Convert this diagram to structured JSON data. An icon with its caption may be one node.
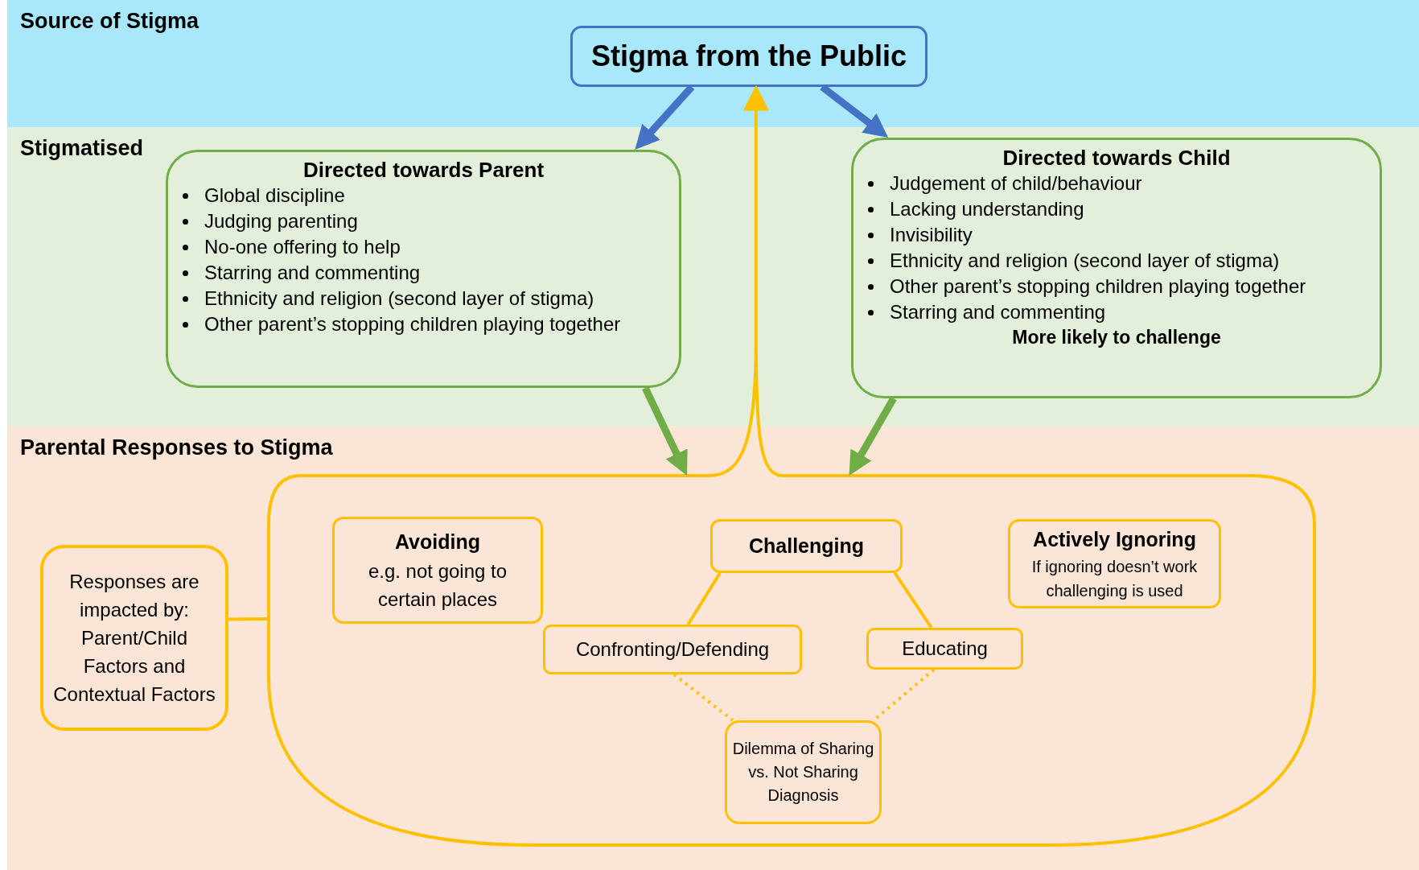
{
  "diagram": {
    "nodes": [
      {
        "text": [
          "Source of Stigma"
        ]
      },
      {
        "text": [
          "Stigmatised"
        ]
      },
      {
        "text": [
          "Parental Responses to Stigma"
        ]
      },
      {
        "text": [
          "Stigma from the Public"
        ],
        "in": 0
      },
      {
        "text": [
          "Directed towards Parent",
          "Global discipline",
          "Judging parenting",
          "No-one offering to help",
          "Starring and commenting",
          "Ethnicity and religion (second layer of stigma)",
          "Other parent’s stopping children playing together"
        ],
        "in": 1
      },
      {
        "text": [
          "Directed towards Child",
          "Judgement of child/behaviour",
          "Lacking understanding",
          "Invisibility",
          "Ethnicity and religion (second layer of stigma)",
          "Other parent’s stopping children playing together",
          "Starring and commenting",
          "More likely to challenge"
        ],
        "in": 1
      },
      {
        "text": [],
        "shape": "box",
        "in": 2
      },
      {
        "text": [
          "Responses are impacted by: Parent/Child Factors and Contextual Factors"
        ],
        "in": 2
      },
      {
        "text": [
          "Avoiding",
          "e.g. not going to certain places"
        ],
        "in": 6
      },
      {
        "text": [
          "Challenging"
        ],
        "in": 6
      },
      {
        "text": [
          "Actively Ignoring",
          "If ignoring doesn’t work challenging is used"
        ],
        "in": 6
      },
      {
        "text": [
          "Confronting/Defending"
        ],
        "in": 6
      },
      {
        "text": [
          "Educating"
        ],
        "in": 6
      },
      {
        "text": [
          "Dilemma of Sharing vs. Not Sharing Diagnosis"
        ],
        "in": 6
      }
    ],
    "edges": [
      {
        "from": 3,
        "to": 4,
        "arrow": "to",
        "style": "thick",
        "color": "#4472c4"
      },
      {
        "from": 3,
        "to": 5,
        "arrow": "to",
        "style": "thick",
        "color": "#4472c4"
      },
      {
        "from": 4,
        "to": 6,
        "arrow": "to",
        "style": "thick",
        "color": "#70ad47"
      },
      {
        "from": 5,
        "to": 6,
        "arrow": "to",
        "style": "thick",
        "color": "#70ad47"
      },
      {
        "from": 6,
        "to": 3,
        "arrow": "to"
      },
      {
        "from": 7,
        "to": 6,
        "arrow": "none"
      },
      {
        "from": 9,
        "to": 11,
        "arrow": "none"
      },
      {
        "from": 9,
        "to": 12,
        "arrow": "none"
      },
      {
        "from": 11,
        "to": 13,
        "arrow": "none",
        "style": "dashed"
      },
      {
        "from": 12,
        "to": 13,
        "arrow": "none",
        "style": "dashed"
      }
    ]
  }
}
